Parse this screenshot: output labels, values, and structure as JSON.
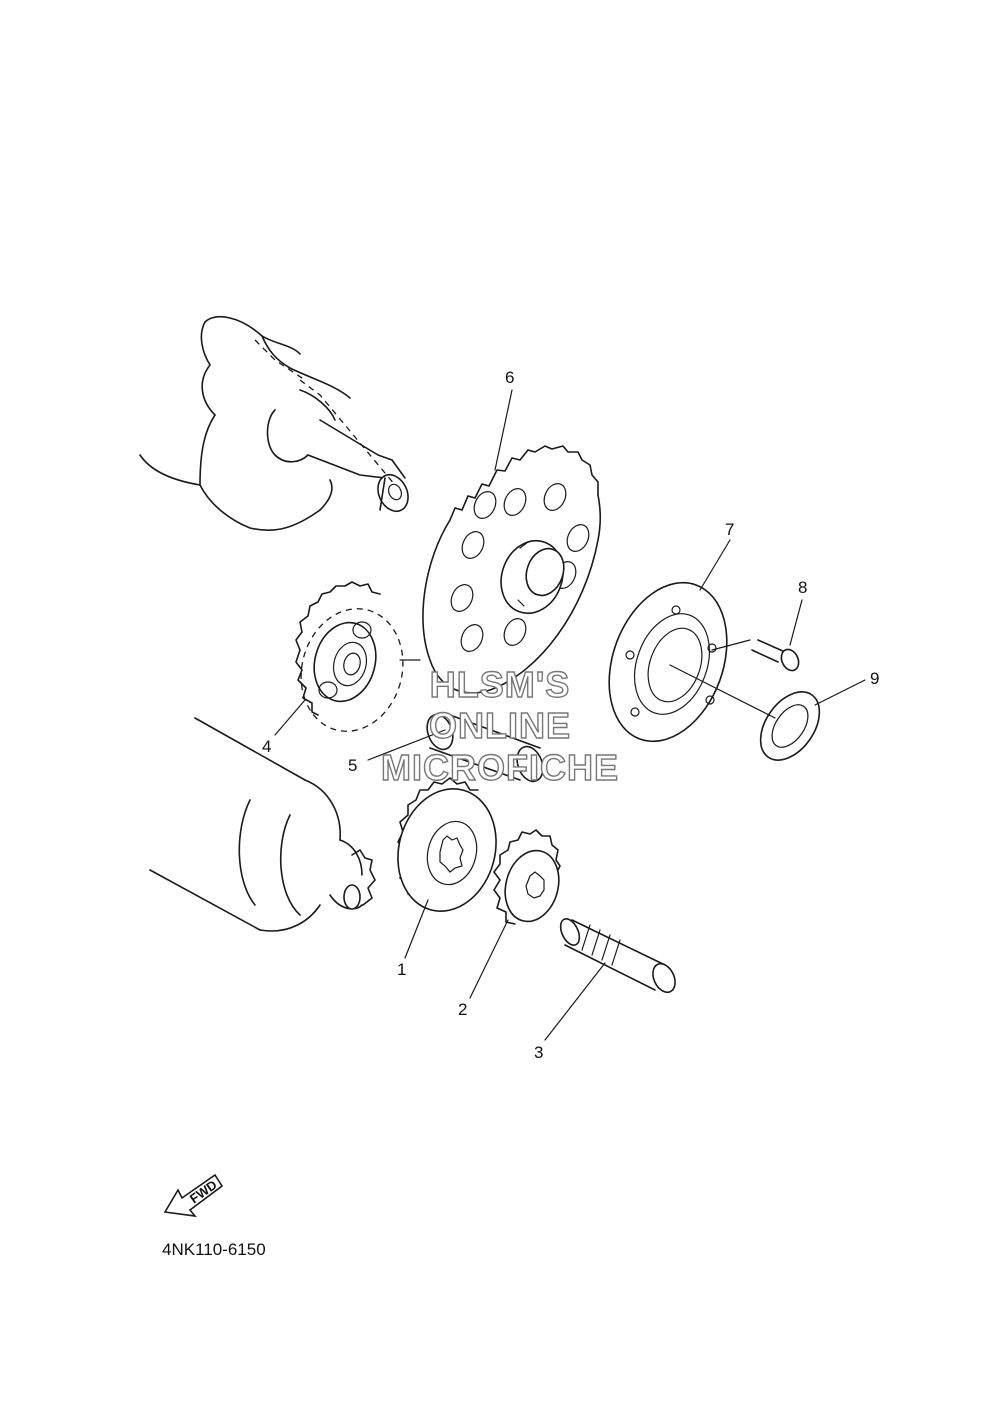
{
  "diagram_code": "4NK110-6150",
  "watermark": [
    "HLSM'S",
    "ONLINE",
    "MICROFICHE"
  ],
  "fwd_label": "FWD",
  "callouts": [
    {
      "id": "1",
      "label": "1"
    },
    {
      "id": "2",
      "label": "2"
    },
    {
      "id": "3",
      "label": "3"
    },
    {
      "id": "4",
      "label": "4"
    },
    {
      "id": "5",
      "label": "5"
    },
    {
      "id": "6",
      "label": "6"
    },
    {
      "id": "7",
      "label": "7"
    },
    {
      "id": "8",
      "label": "8"
    },
    {
      "id": "9",
      "label": "9"
    }
  ]
}
